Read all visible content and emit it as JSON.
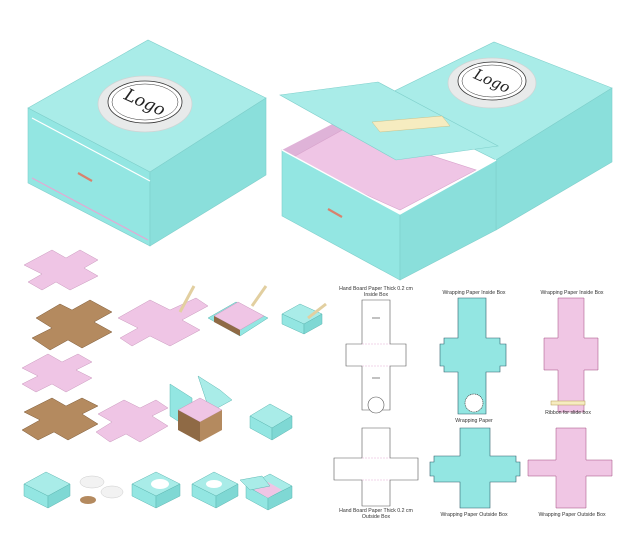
{
  "colors": {
    "teal": "#93e6e2",
    "teal_dark": "#7fd8d4",
    "teal_side": "#a8ece8",
    "pink": "#f0c6e4",
    "pink_dark": "#e3a9d3",
    "kraft": "#b48a5f",
    "kraft_dark": "#8f6a45",
    "outline": "#2f5f6b",
    "ribbon": "#f6ecc0",
    "logo_ring": "#ffffff"
  },
  "logo": {
    "text": "Logo"
  },
  "labels": {
    "inside_board": "Hand Board Paper Thick 0.2 cm",
    "inside_board_sub": "Inside Box",
    "wrap_inside_teal": "Wrapping Paper Inside Box",
    "wrap_inside_pink": "Wrapping Paper Inside Box",
    "wrapping_paper": "Wrapping Paper",
    "ribbon": "Ribbon for slide box",
    "outside_board": "Hand Board Paper Thick 0.2 cm",
    "outside_board_sub": "Outside Box",
    "wrap_outside_teal": "Wrapping Paper Outside Box",
    "wrap_outside_pink": "Wrapping Paper Outside Box"
  }
}
